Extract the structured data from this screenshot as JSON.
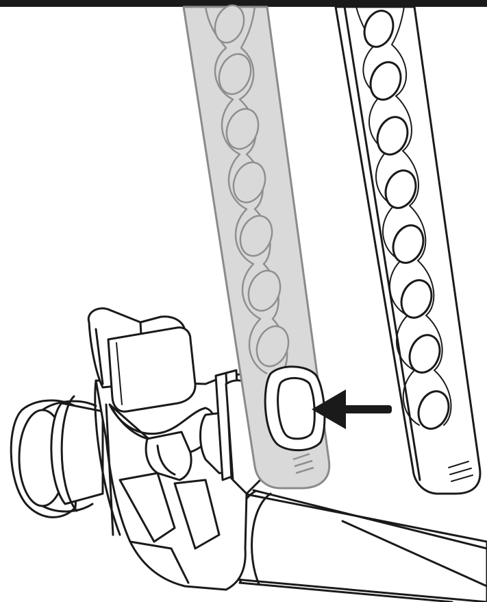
{
  "figure": {
    "description_colors": {
      "line": "#1a1a1a",
      "background": "#ffffff",
      "highlight_strap": "#d9d9d9",
      "highlight_outline": "#8a8a8a"
    },
    "icons": {
      "arrow": "arrow-left-icon",
      "strap_holes": "ellipse-hole-icon"
    },
    "elements": {
      "top_border": "top-border",
      "highlighted_strap": "highlighted-strap",
      "plain_strap": "plain-strap",
      "strap_button": "strap-button",
      "pointer_arrow": "pointer-arrow",
      "clamp": "clamp-cradle",
      "bar": "bar-tube"
    },
    "hole_counts": {
      "highlighted_strap": 7,
      "plain_strap": 8
    }
  }
}
